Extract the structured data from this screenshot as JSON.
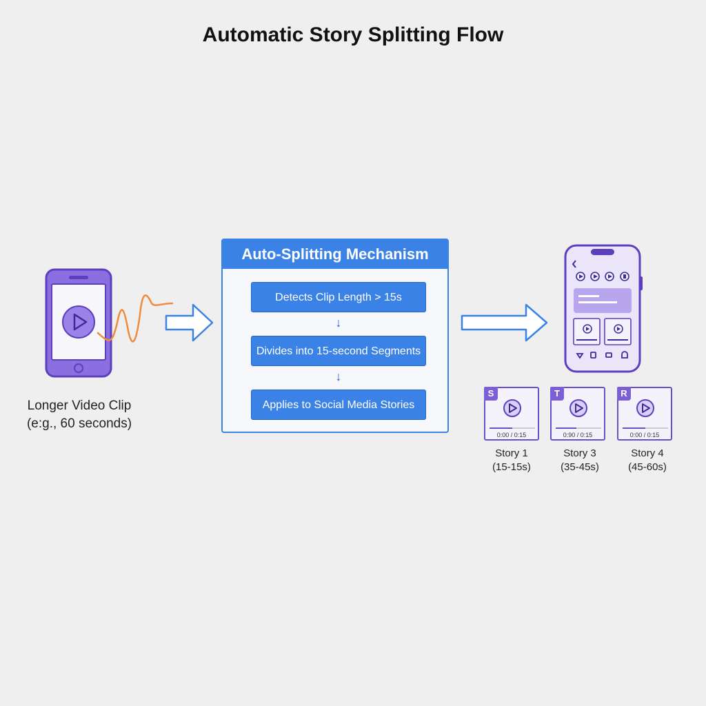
{
  "title": "Automatic Story Splitting Flow",
  "source": {
    "caption_line1": "Longer Video Clip",
    "caption_line2": "(e:g., 60 seconds)"
  },
  "mechanism": {
    "header": "Auto-Splitting Mechanism",
    "steps": [
      {
        "label": "Detects Clip Length > 15s"
      },
      {
        "label": "Divides into 15-second Segments"
      },
      {
        "label": "Applies to Social Media Stories"
      }
    ]
  },
  "stories": [
    {
      "badge": "S",
      "time": "0:00 / 0:15",
      "progress": 0.5,
      "name": "Story 1",
      "range": "(15-15s)"
    },
    {
      "badge": "T",
      "time": "0:90 / 0:15",
      "progress": 0.45,
      "name": "Story 3",
      "range": "(35-45s)"
    },
    {
      "badge": "R",
      "time": "0:00 / 0:15",
      "progress": 0.5,
      "name": "Story 4",
      "range": "(45-60s)"
    }
  ],
  "colors": {
    "blue": "#3b82e6",
    "purple": "#6b4fc9",
    "orange": "#f08a3c"
  }
}
